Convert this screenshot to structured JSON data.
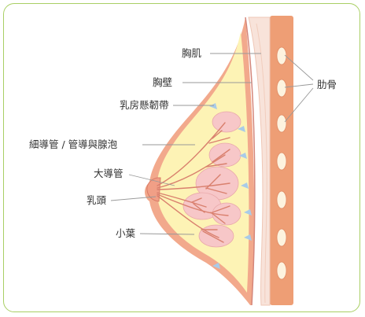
{
  "labels": {
    "chest_muscle": "胸肌",
    "chest_wall": "胸壁",
    "suspensory_ligament": "乳房懸韌帶",
    "ducts_alveoli": "細導管 / 管導與腺泡",
    "major_duct": "大導管",
    "nipple": "乳頭",
    "lobule": "小葉",
    "ribs": "肋骨"
  },
  "colors": {
    "frame_border": "#a9cf64",
    "skin": "#f2a98c",
    "fat": "#fdf3b5",
    "lobule_fill": "#f7c7c8",
    "duct": "#d9806e",
    "muscle": "#f8e3da",
    "rib_band": "#ee9e75",
    "rib_hole": "#fdf3df",
    "ligament": "#a9cbe8",
    "leader": "#999999"
  }
}
